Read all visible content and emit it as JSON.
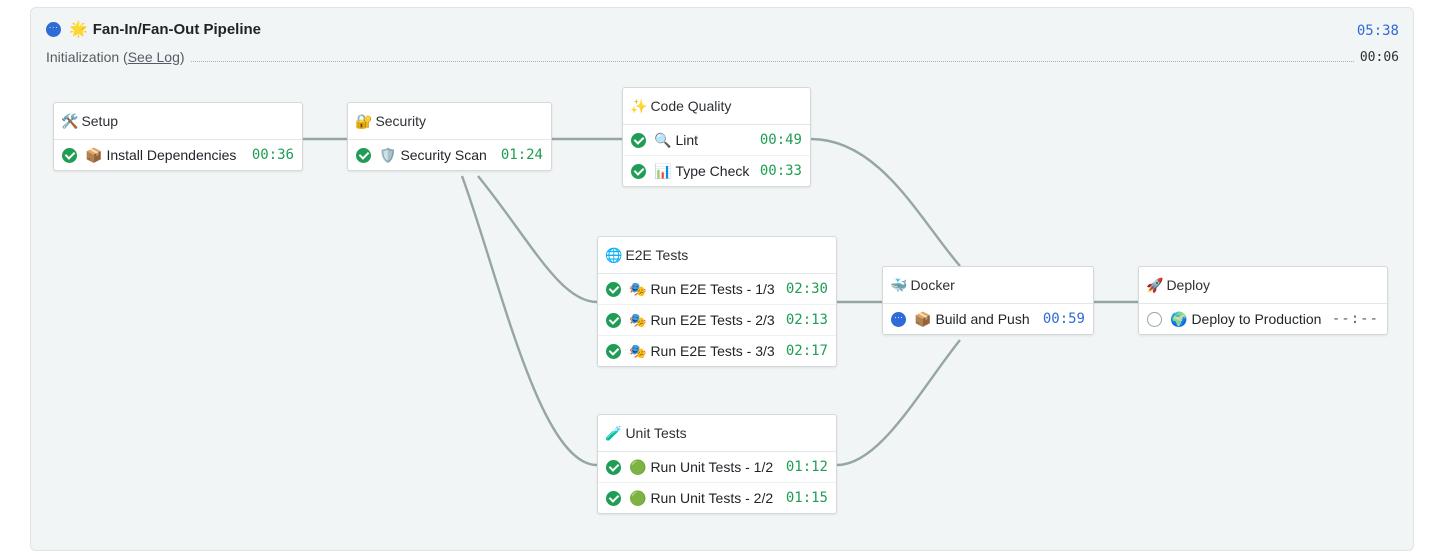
{
  "pipeline": {
    "title": "Fan-In/Fan-Out Pipeline",
    "title_emoji": "🌟",
    "total_time": "05:38",
    "init_label": "Initialization (",
    "init_link": "See Log",
    "init_close": ")",
    "init_time": "00:06"
  },
  "colors": {
    "passed": "#1f9d55",
    "running": "#2f6bd6",
    "connector": "#95a6a3",
    "panel": "#f2f5f5"
  },
  "blocks": {
    "setup": {
      "emoji": "🛠️",
      "title": "Setup",
      "jobs": [
        {
          "emoji": "📦",
          "name": "Install Dependencies",
          "time": "00:36",
          "status": "passed"
        }
      ]
    },
    "security": {
      "emoji": "🔐",
      "title": "Security",
      "jobs": [
        {
          "emoji": "🛡️",
          "name": "Security Scan",
          "time": "01:24",
          "status": "passed"
        }
      ]
    },
    "code_quality": {
      "emoji": "✨",
      "title": "Code Quality",
      "jobs": [
        {
          "emoji": "🔍",
          "name": "Lint",
          "time": "00:49",
          "status": "passed"
        },
        {
          "emoji": "📊",
          "name": "Type Check",
          "time": "00:33",
          "status": "passed"
        }
      ]
    },
    "e2e": {
      "emoji": "🌐",
      "title": "E2E Tests",
      "jobs": [
        {
          "emoji": "🎭",
          "name": "Run E2E Tests - 1/3",
          "time": "02:30",
          "status": "passed"
        },
        {
          "emoji": "🎭",
          "name": "Run E2E Tests - 2/3",
          "time": "02:13",
          "status": "passed"
        },
        {
          "emoji": "🎭",
          "name": "Run E2E Tests - 3/3",
          "time": "02:17",
          "status": "passed"
        }
      ]
    },
    "unit": {
      "emoji": "🧪",
      "title": "Unit Tests",
      "jobs": [
        {
          "emoji": "🟢",
          "name": "Run Unit Tests - 1/2",
          "time": "01:12",
          "status": "passed"
        },
        {
          "emoji": "🟢",
          "name": "Run Unit Tests - 2/2",
          "time": "01:15",
          "status": "passed"
        }
      ]
    },
    "docker": {
      "emoji": "🐳",
      "title": "Docker",
      "jobs": [
        {
          "emoji": "📦",
          "name": "Build and Push",
          "time": "00:59",
          "status": "running"
        }
      ]
    },
    "deploy": {
      "emoji": "🚀",
      "title": "Deploy",
      "jobs": [
        {
          "emoji": "🌍",
          "name": "Deploy to Production",
          "time": "--:--",
          "status": "pending"
        }
      ]
    }
  }
}
